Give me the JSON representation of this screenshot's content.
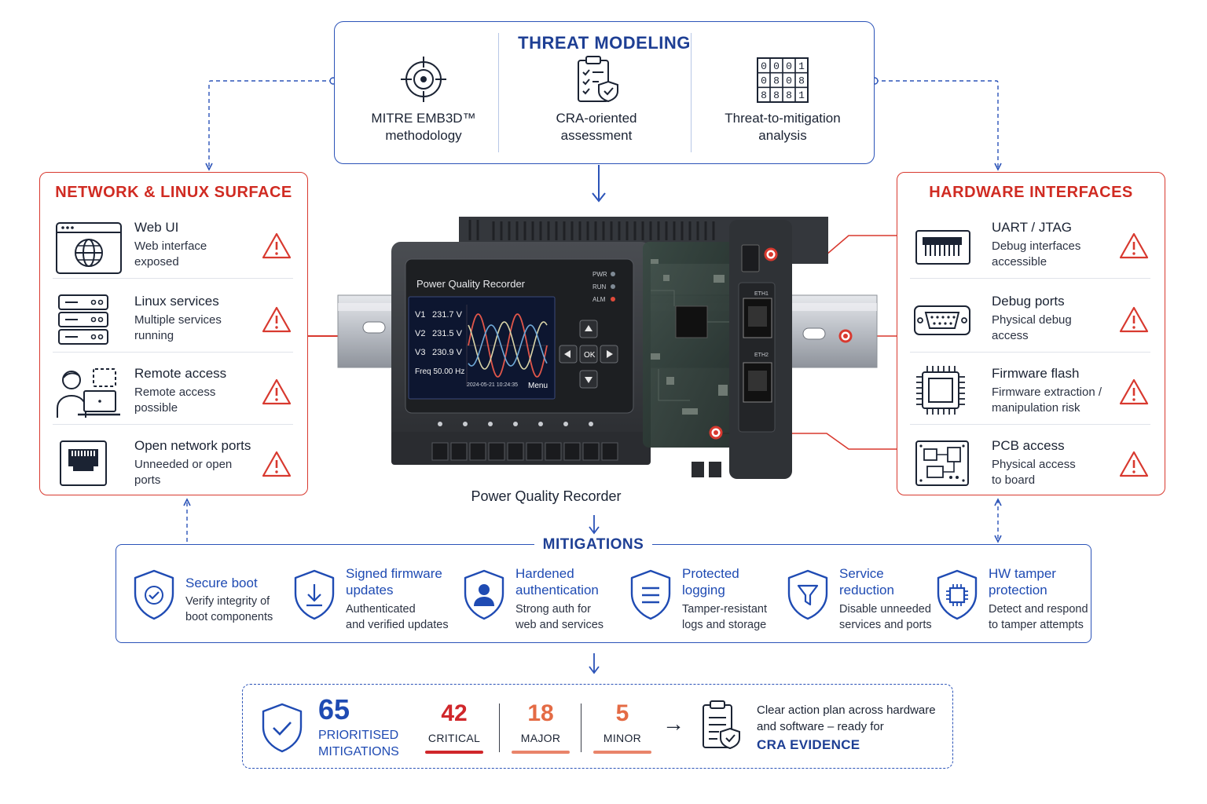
{
  "threat_modeling": {
    "title": "THREAT MODELING",
    "columns": [
      {
        "icon": "target-icon",
        "line1": "MITRE EMB3D™",
        "line2": "methodology"
      },
      {
        "icon": "clipboard-shield-icon",
        "line1": "CRA-oriented",
        "line2": "assessment"
      },
      {
        "icon": "matrix-grid-icon",
        "line1": "Threat-to-mitigation",
        "line2": "analysis"
      }
    ],
    "matrix_digits": [
      "0",
      "0",
      "0",
      "1",
      "0",
      "8",
      "0",
      "8",
      "8",
      "8",
      "8",
      "1"
    ]
  },
  "network": {
    "title": "NETWORK & LINUX SURFACE",
    "items": [
      {
        "icon": "web-browser-globe-icon",
        "title": "Web UI",
        "line1": "Web interface",
        "line2": "exposed"
      },
      {
        "icon": "server-stack-icon",
        "title": "Linux services",
        "line1": "Multiple services",
        "line2": "running"
      },
      {
        "icon": "remote-user-laptop-icon",
        "title": "Remote access",
        "line1": "Remote access",
        "line2": "possible"
      },
      {
        "icon": "network-port-icon",
        "title": "Open network ports",
        "line1": "Unneeded or open",
        "line2": "ports"
      }
    ]
  },
  "hardware": {
    "title": "HARDWARE INTERFACES",
    "items": [
      {
        "icon": "debug-header-icon",
        "title": "UART / JTAG",
        "line1": "Debug interfaces",
        "line2": "accessible"
      },
      {
        "icon": "serial-connector-icon",
        "title": "Debug ports",
        "line1": "Physical debug",
        "line2": "access"
      },
      {
        "icon": "chip-icon",
        "title": "Firmware flash",
        "line1": "Firmware extraction /",
        "line2": "manipulation risk"
      },
      {
        "icon": "pcb-board-icon",
        "title": "PCB access",
        "line1": "Physical access",
        "line2": "to board"
      }
    ]
  },
  "device": {
    "label": "Power Quality Recorder",
    "screen_title": "Power Quality Recorder",
    "readings": [
      {
        "name": "V1",
        "value": "231.7 V"
      },
      {
        "name": "V2",
        "value": "231.5 V"
      },
      {
        "name": "V3",
        "value": "230.9 V"
      }
    ],
    "freq": "Freq 50.00 Hz",
    "timestamp": "2024-05-21 10:24:35",
    "menu": "Menu",
    "leds": [
      "PWR",
      "RUN",
      "ALM"
    ],
    "ok": "OK",
    "eth1": "ETH1",
    "eth2": "ETH2"
  },
  "mitigations": {
    "title": "MITIGATIONS",
    "items": [
      {
        "icon": "shield-check-icon",
        "title1": "Secure boot",
        "title2": "",
        "line1": "Verify integrity of",
        "line2": "boot components"
      },
      {
        "icon": "shield-download-icon",
        "title1": "Signed firmware",
        "title2": "updates",
        "line1": "Authenticated",
        "line2": "and verified updates"
      },
      {
        "icon": "shield-user-icon",
        "title1": "Hardened",
        "title2": "authentication",
        "line1": "Strong auth for",
        "line2": "web and services"
      },
      {
        "icon": "shield-list-icon",
        "title1": "Protected",
        "title2": "logging",
        "line1": "Tamper-resistant",
        "line2": "logs and storage"
      },
      {
        "icon": "shield-filter-icon",
        "title1": "Service",
        "title2": "reduction",
        "line1": "Disable unneeded",
        "line2": "services and ports"
      },
      {
        "icon": "shield-chip-icon",
        "title1": "HW tamper",
        "title2": "protection",
        "line1": "Detect and respond",
        "line2": "to tamper attempts"
      }
    ]
  },
  "summary": {
    "total": "65",
    "total_line1": "PRIORITISED",
    "total_line2": "MITIGATIONS",
    "stats": [
      {
        "value": 42,
        "label": "CRITICAL",
        "color": "#d0272b"
      },
      {
        "value": 18,
        "label": "MAJOR",
        "color": "#e46b45"
      },
      {
        "value": 5,
        "label": "MINOR",
        "color": "#e46b45"
      }
    ],
    "arrow": "→",
    "plan_line1": "Clear action plan across hardware",
    "plan_line2": "and software – ready for",
    "plan_line3": "CRA EVIDENCE"
  },
  "colors": {
    "blue": "#2b53b8",
    "navy": "#1e3f94",
    "red": "#d8392f"
  }
}
